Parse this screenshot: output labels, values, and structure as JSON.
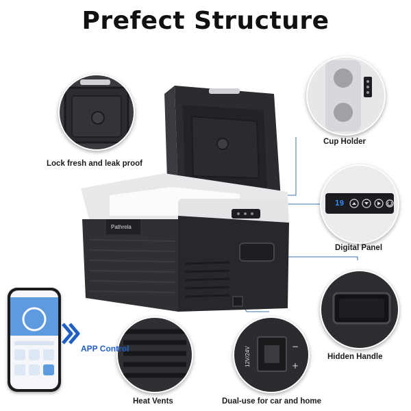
{
  "title": "Prefect Structure",
  "brand": "Pathrela",
  "callouts": {
    "lock": "Lock fresh and leak proof",
    "cup": "Cup Holder",
    "panel": "Digital Panel",
    "handle": "Hidden Handle",
    "vents": "Heat Vents",
    "dual": "Dual-use for car and home",
    "app": "APP Control"
  },
  "panel_display": "19",
  "power_label": "12V/24V",
  "colors": {
    "body": "#2e2f33",
    "lid": "#333438",
    "top": "#e7e8ea",
    "accent": "#1e5fc8",
    "display": "#2f8cff"
  },
  "icons": [
    "arrow-up-icon",
    "arrow-down-icon",
    "power-icon",
    "chevron-right-icon"
  ]
}
